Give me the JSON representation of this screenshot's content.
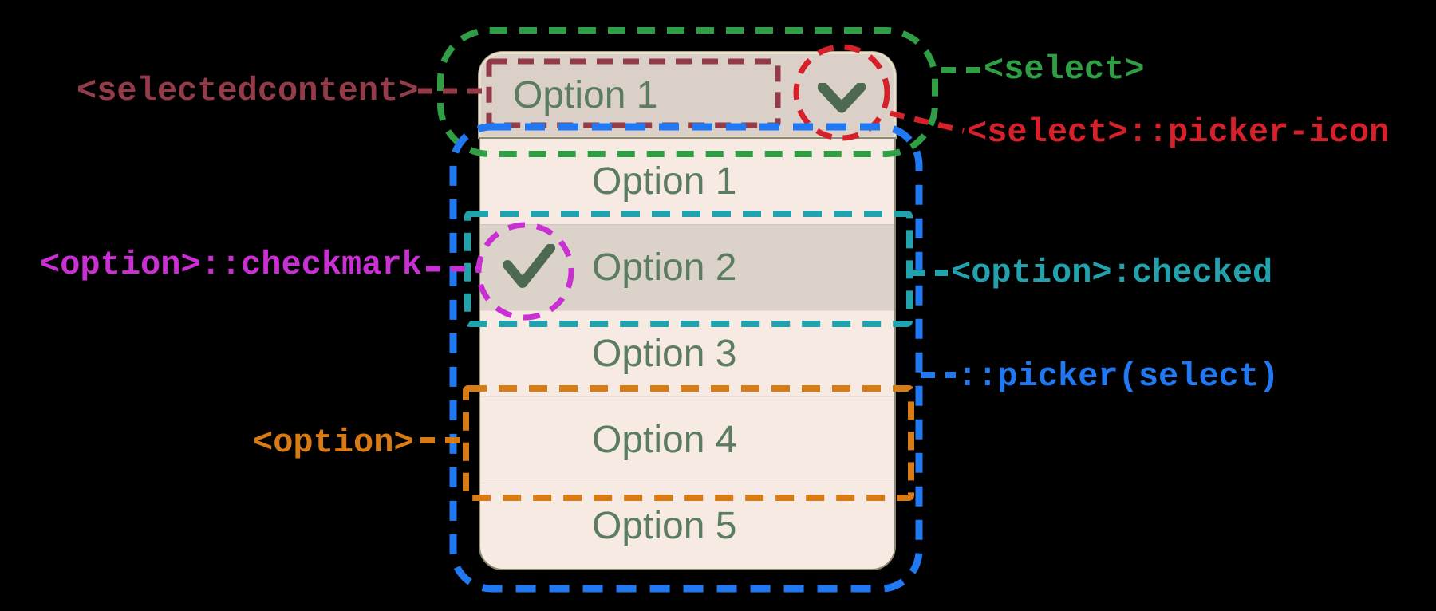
{
  "select_widget": {
    "selected_value": "Option 1",
    "picker_icon": "chevron-down",
    "options": [
      {
        "label": "Option 1",
        "checked": false
      },
      {
        "label": "Option 2",
        "checked": true
      },
      {
        "label": "Option 3",
        "checked": false
      },
      {
        "label": "Option 4",
        "checked": false
      },
      {
        "label": "Option 5",
        "checked": false
      }
    ]
  },
  "annotations": {
    "selectedcontent": {
      "label": "<selectedcontent>",
      "color": "#943b49"
    },
    "select": {
      "label": "<select>",
      "color": "#2f9e44"
    },
    "picker_icon": {
      "label": "<select>::picker-icon",
      "color": "#d6202a"
    },
    "checkmark": {
      "label": "<option>::checkmark",
      "color": "#c92fd2"
    },
    "checked": {
      "label": "<option>:checked",
      "color": "#21a2ad"
    },
    "picker": {
      "label": "::picker(select)",
      "color": "#2079f2"
    },
    "option": {
      "label": "<option>",
      "color": "#d97b15"
    }
  },
  "palette": {
    "background": "#000000",
    "select_button_bg": "#dad0c7",
    "picker_bg": "#f6eae2",
    "checked_option_bg": "#dbd2c9",
    "option_text": "#5b7c60",
    "glyph_green": "#4d6a51",
    "widget_border": "#8a886e"
  }
}
